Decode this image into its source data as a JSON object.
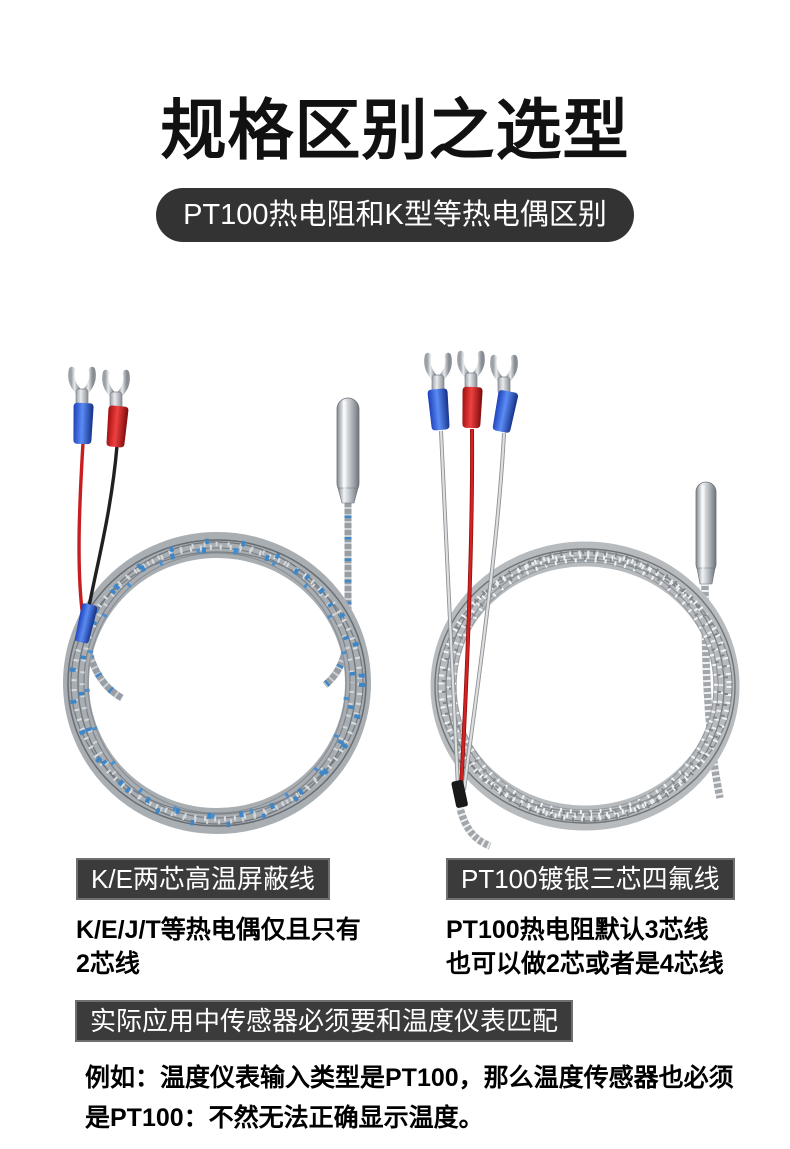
{
  "header": {
    "title": "规格区别之选型",
    "subtitle_pill": "PT100热电阻和K型等热电偶区别"
  },
  "products": [
    {
      "label": "K/E两芯高温屏蔽线",
      "description_lines": [
        "K/E/J/T等热电偶仅且只有",
        "2芯线"
      ],
      "image_name": "k-type-two-wire-shielded-cable-sensor",
      "terminal_colors": [
        "blue",
        "red"
      ],
      "wire_colors": [
        "red",
        "black"
      ]
    },
    {
      "label": "PT100镀银三芯四氟线",
      "description_lines": [
        "PT100热电阻默认3芯线",
        "也可以做2芯或者是4芯线"
      ],
      "image_name": "pt100-three-wire-silver-plated-ptfe-cable-sensor",
      "terminal_colors": [
        "blue",
        "red",
        "blue"
      ],
      "wire_colors": [
        "silver",
        "red",
        "silver"
      ]
    }
  ],
  "footer": {
    "label": "实际应用中传感器必须要和温度仪表匹配",
    "description_lines": [
      "例如：温度仪表输入类型是PT100，那么温度传感器也必须",
      "是PT100：不然无法正确显示温度。"
    ]
  },
  "colors": {
    "title_text": "#111111",
    "pill_bg": "#333333",
    "tag_bg": "#3b3b3b",
    "tag_border": "#6f6f6f",
    "terminal_blue": "#2d5fd8",
    "terminal_red": "#d42020",
    "braid_grey": "#a9aeb3",
    "braid_fleck_blue": "#3d86c8",
    "braid_silver": "#b7bbbe"
  }
}
